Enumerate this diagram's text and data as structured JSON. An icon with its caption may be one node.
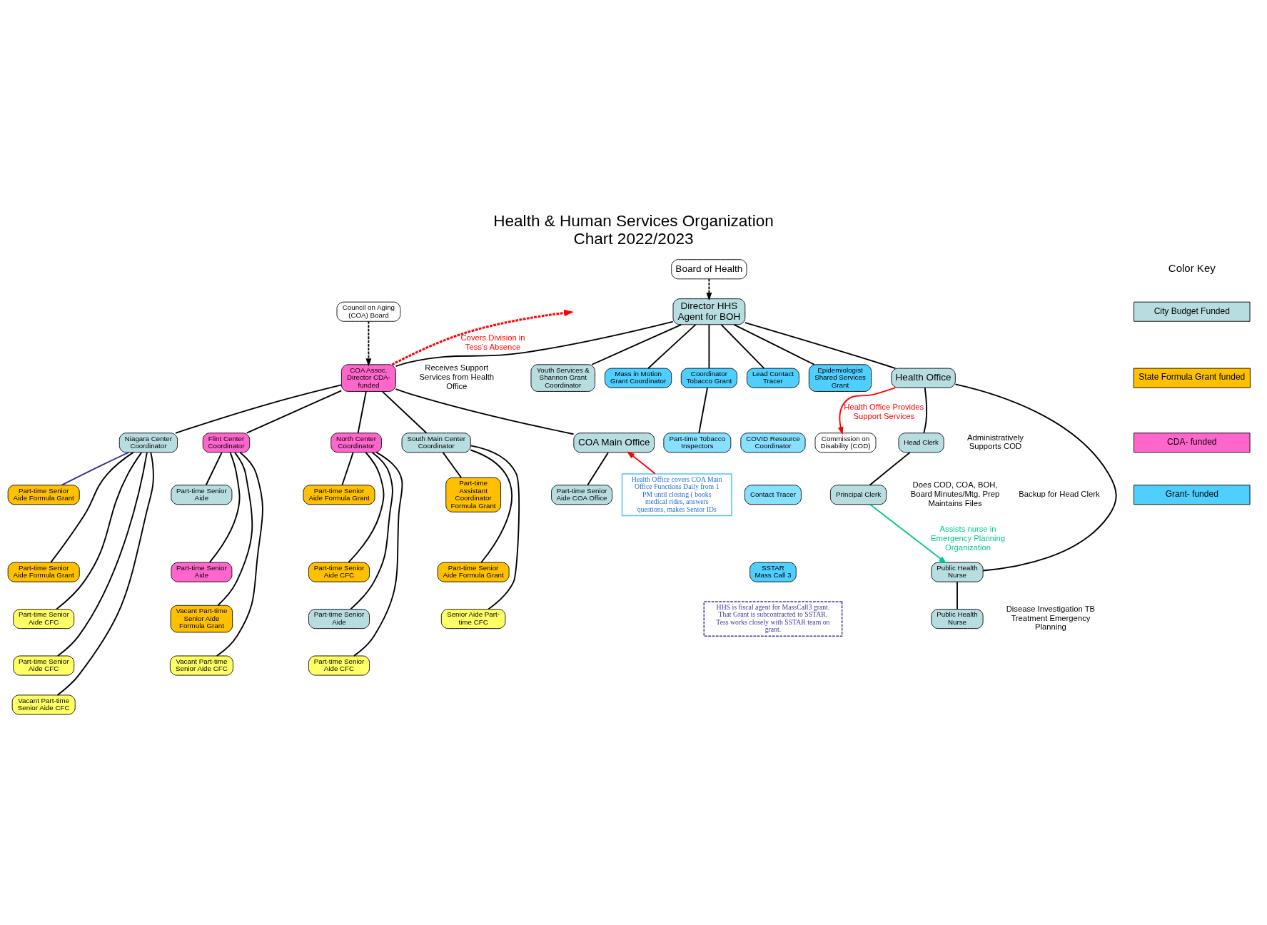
{
  "diagram": {
    "title": "Health & Human Services Organization Chart 2022/2023",
    "nodes": [
      {
        "text": [
          "Director HHS",
          "Agent for BOH"
        ]
      },
      {
        "text": [
          "Board of Health"
        ]
      },
      {
        "text": [
          "Council on Aging (COA) Board"
        ]
      },
      {
        "text": [
          "COA Assoc. Director CDA-funded"
        ],
        "beside": [
          "Receives Support Services from Health Office"
        ]
      },
      {
        "text": [
          "Youth Services & Shannon Grant Coordinator"
        ]
      },
      {
        "text": [
          "Mass in Motion Grant Coordinator"
        ]
      },
      {
        "text": [
          "Coordinator Tobacco Grant"
        ]
      },
      {
        "text": [
          "Lead Contact Tracer"
        ]
      },
      {
        "text": [
          "Epidemiologist Shared Services Grant"
        ]
      },
      {
        "text": [
          "Health Office"
        ]
      },
      {
        "text": [
          "Commission on Disability (COD)"
        ]
      },
      {
        "text": [
          "Part-time Tobacco Inspectors"
        ]
      },
      {
        "text": [
          "COVID Resource Coordinator"
        ]
      },
      {
        "text": [
          "Contact Tracer"
        ]
      },
      {
        "text": [
          "Niagara Center",
          "Coordinator"
        ]
      },
      {
        "text": [
          "Flint Center",
          "Coordinator"
        ]
      },
      {
        "text": [
          "North Center Coordinator"
        ]
      },
      {
        "text": [
          "South Main Center Coordinator"
        ]
      },
      {
        "text": [
          "COA Main Office"
        ]
      },
      {
        "text": [
          "Head Clerk"
        ],
        "beside": [
          "Administratively Supports COD"
        ]
      },
      {
        "text": [
          "Public Health Nurse"
        ]
      },
      {
        "text": [
          "Public Health Nurse"
        ],
        "beside": [
          "Disease Investigation TB Treatment Emergency Planning"
        ]
      },
      {
        "text": [
          "Principal Clerk"
        ],
        "beside": [
          "Backup for Head Clerk",
          "Does COD, COA, BOH, Board Minutes/Mtg. Prep Maintains Files"
        ]
      },
      {
        "text": [
          "Part-time Senior Aide Formula Grant"
        ]
      },
      {
        "text": [
          "Part-time Senior Aide Formula Grant"
        ]
      },
      {
        "text": [
          "Part-time Senior Aide CFC"
        ]
      },
      {
        "text": [
          "Part-time Senior Aide CFC"
        ]
      },
      {
        "text": [
          "Vacant Part-time Senior Aide CFC"
        ]
      },
      {
        "text": [
          "Part-time Senior Aide"
        ]
      },
      {
        "text": [
          "Part-time Senior Aide"
        ]
      },
      {
        "text": [
          "Vacant Part-time Senior Aide Formula Grant"
        ]
      },
      {
        "text": [
          "Vacant Part-time Senior Aide CFC"
        ]
      },
      {
        "text": [
          "Part-time Senior Aide Formula Grant"
        ]
      },
      {
        "text": [
          "Part-time Senior Aide CFC"
        ]
      },
      {
        "text": [
          "Part-time Senior Aide"
        ]
      },
      {
        "text": [
          "Part-time Senior Aide CFC"
        ]
      },
      {
        "text": [
          "Part-time Assistant Coordinator Formula Grant"
        ]
      },
      {
        "text": [
          "Part-time Senior Aide Formula Grant"
        ]
      },
      {
        "text": [
          "Senior Aide Part-time CFC"
        ]
      },
      {
        "text": [
          "Part-time Senior Aide COA Office"
        ]
      },
      {
        "text": [
          "Health Office covers COA Main Office Functions Daily from 1 PM until closing ( books medical rides, answers questions, makes Senior IDs"
        ]
      },
      {
        "text": [
          "SSTAR",
          "Mass Call 3"
        ]
      },
      {
        "text": [
          "HHS is fiscal agent for MassCall3 grant. That Grant is subcontracted to SSTAR.  Tess works closely with SSTAR team on grant."
        ]
      }
    ],
    "edges": [
      {
        "from": 1,
        "to": 0,
        "arrow": "to",
        "style": "dashed"
      },
      {
        "from": 0,
        "to": 3,
        "arrow": "none"
      },
      {
        "from": 0,
        "to": 4,
        "arrow": "none"
      },
      {
        "from": 0,
        "to": 5,
        "arrow": "none"
      },
      {
        "from": 0,
        "to": 6,
        "arrow": "none"
      },
      {
        "from": 0,
        "to": 7,
        "arrow": "none"
      },
      {
        "from": 0,
        "to": 8,
        "arrow": "none"
      },
      {
        "from": 0,
        "to": 9,
        "arrow": "none"
      },
      {
        "from": 2,
        "to": 3,
        "arrow": "to",
        "style": "dashed"
      },
      {
        "from": 3,
        "to": null,
        "arrow": "to",
        "label": "Covers Division in Tess’s Absence",
        "style": "dashed",
        "color": "#ff0000"
      },
      {
        "from": 9,
        "to": 10,
        "arrow": "to",
        "label": "Health Office Provides Support Services",
        "color": "#ff0000"
      },
      {
        "from": 6,
        "to": 11,
        "arrow": "none"
      },
      {
        "from": 3,
        "to": 14,
        "arrow": "none"
      },
      {
        "from": 3,
        "to": 15,
        "arrow": "none"
      },
      {
        "from": 3,
        "to": 16,
        "arrow": "none"
      },
      {
        "from": 3,
        "to": 17,
        "arrow": "none"
      },
      {
        "from": 3,
        "to": 18,
        "arrow": "none"
      },
      {
        "from": 9,
        "to": 19,
        "arrow": "none"
      },
      {
        "from": 9,
        "to": 20,
        "arrow": "none"
      },
      {
        "from": 20,
        "to": 21,
        "arrow": "none"
      },
      {
        "from": 19,
        "to": 22,
        "arrow": "none"
      },
      {
        "from": 22,
        "to": 20,
        "arrow": "to",
        "label": "Assists nurse in Emergency Planning Organization",
        "color": "#00c896"
      },
      {
        "from": 14,
        "to": 23,
        "arrow": "none",
        "color": "#2e3192"
      },
      {
        "from": 14,
        "to": 24,
        "arrow": "none"
      },
      {
        "from": 14,
        "to": 25,
        "arrow": "none"
      },
      {
        "from": 14,
        "to": 26,
        "arrow": "none"
      },
      {
        "from": 14,
        "to": 27,
        "arrow": "none"
      },
      {
        "from": 15,
        "to": 28,
        "arrow": "none"
      },
      {
        "from": 15,
        "to": 29,
        "arrow": "none"
      },
      {
        "from": 15,
        "to": 30,
        "arrow": "none"
      },
      {
        "from": 15,
        "to": 31,
        "arrow": "none"
      },
      {
        "from": 16,
        "to": 32,
        "arrow": "none"
      },
      {
        "from": 16,
        "to": 33,
        "arrow": "none"
      },
      {
        "from": 16,
        "to": 34,
        "arrow": "none"
      },
      {
        "from": 16,
        "to": 35,
        "arrow": "none"
      },
      {
        "from": 17,
        "to": 36,
        "arrow": "none"
      },
      {
        "from": 17,
        "to": 37,
        "arrow": "none"
      },
      {
        "from": 17,
        "to": 38,
        "arrow": "none"
      },
      {
        "from": 18,
        "to": 39,
        "arrow": "none"
      },
      {
        "from": 40,
        "to": 18,
        "arrow": "to",
        "color": "#ff0000"
      }
    ],
    "labels": [
      "Color Key"
    ],
    "legend": [
      {
        "text": "City Budget Funded",
        "color": "#b7dde0"
      },
      {
        "text": "State Formula Grant funded",
        "color": "#ffc000"
      },
      {
        "text": "CDA- funded",
        "color": "#ff66cc"
      },
      {
        "text": "Grant- funded",
        "color": "#4fcfff"
      }
    ]
  }
}
